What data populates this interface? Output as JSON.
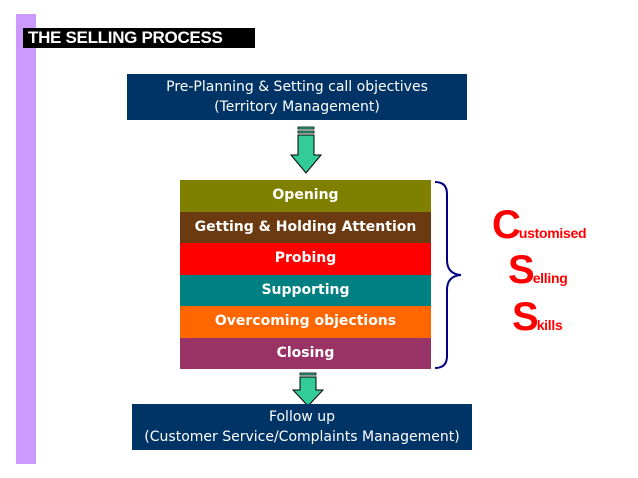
{
  "title": "THE SELLING PROCESS",
  "pre_planning": {
    "line1": "Pre-Planning & Setting call objectives",
    "line2": "(Territory Management)"
  },
  "stages": [
    {
      "label": "Opening",
      "color": "#808000"
    },
    {
      "label": "Getting & Holding Attention",
      "color": "#6b3a10"
    },
    {
      "label": "Probing",
      "color": "#ff0000"
    },
    {
      "label": "Supporting",
      "color": "#008080"
    },
    {
      "label": "Overcoming objections",
      "color": "#ff6600"
    },
    {
      "label": "Closing",
      "color": "#993366"
    }
  ],
  "follow_up": {
    "line1": "Follow up",
    "line2": "(Customer Service/Complaints Management)"
  },
  "acronym": [
    {
      "letter": "C",
      "rest": "ustomised"
    },
    {
      "letter": "S",
      "rest": "elling"
    },
    {
      "letter": "S",
      "rest": "kills"
    }
  ],
  "colors": {
    "navy": "#003366",
    "accent_purple": "#cc99ff",
    "acronym_red": "#ff0000",
    "arrow_green": "#33cc99",
    "brace_navy": "#000080"
  }
}
